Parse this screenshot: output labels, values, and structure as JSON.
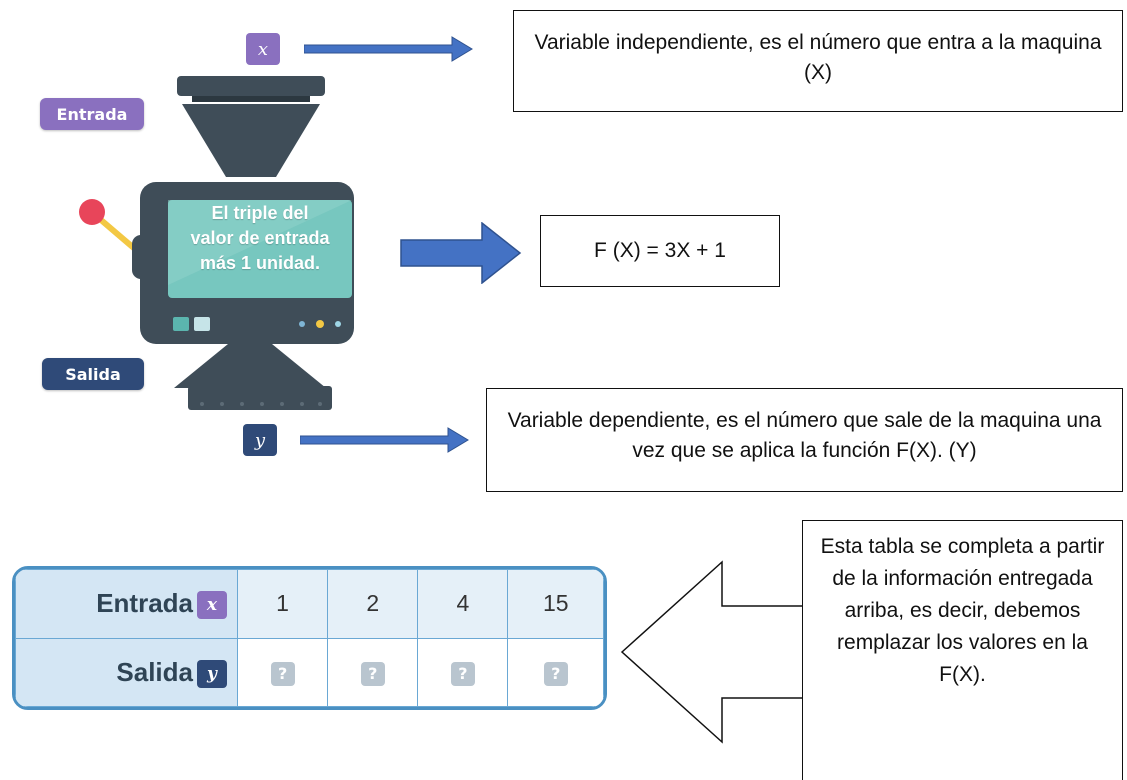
{
  "colors": {
    "purple": "#8a70bf",
    "navy": "#2f4a78",
    "machine_dark": "#3f4d58",
    "screen_teal": "#77c7bf",
    "lever_red": "#e8455a",
    "lever_yellow": "#f3c844",
    "arrow_blue": "#4472c4",
    "table_border": "#4a90c2",
    "table_header_bg": "#d4e6f4"
  },
  "machine": {
    "input_var": "x",
    "input_label": "Entrada",
    "screen_lines": [
      "El triple del",
      "valor de entrada",
      "más 1 unidad."
    ],
    "output_label": "Salida",
    "output_var": "y"
  },
  "notes": {
    "independent": "Variable independiente, es el número que entra a la maquina (X)",
    "formula": "F (X) = 3X + 1",
    "dependent": "Variable dependiente, es el número que sale de la maquina una vez que se aplica la función F(X). (Y)",
    "table_note": "Esta tabla se completa a partir de la información entregada arriba, es decir, debemos remplazar los valores en la F(X)."
  },
  "table": {
    "row1_label": "Entrada",
    "row1_var": "x",
    "row1_values": [
      "1",
      "2",
      "4",
      "15"
    ],
    "row2_label": "Salida",
    "row2_var": "y",
    "row2_values": [
      "?",
      "?",
      "?",
      "?"
    ]
  }
}
